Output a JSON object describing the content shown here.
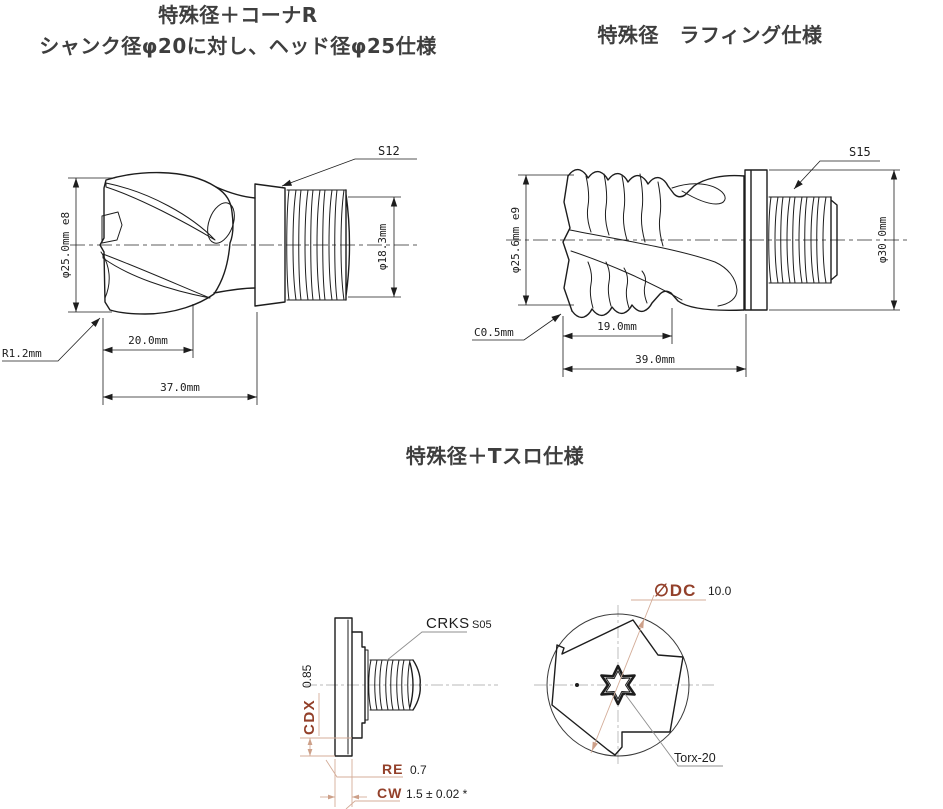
{
  "colors": {
    "ink": "#1d1d1d",
    "title_gray": "#3e3e3e",
    "accent_brown": "#93402a",
    "leader_tan": "#d4ad99",
    "leader_gray": "#8f8f8f"
  },
  "sections": {
    "corner_r": {
      "title_line1": "特殊径＋コーナR",
      "title_line2": "シャンク径φ20に対し、ヘッド径φ25仕様",
      "dims": {
        "shank_thread": "S12",
        "head_diameter": "φ25.0mm e8",
        "thread_diameter": "φ18.3mm",
        "corner_radius": "R1.2mm",
        "cut_length": "20.0mm",
        "overall_length": "37.0mm"
      }
    },
    "roughing": {
      "title": "特殊径　ラフィング仕様",
      "dims": {
        "shank_thread": "S15",
        "head_diameter": "φ25.6mm e9",
        "shank_diameter": "φ30.0mm",
        "chamfer": "C0.5mm",
        "cut_length": "19.0mm",
        "overall_length": "39.0mm"
      }
    },
    "t_slot": {
      "title": "特殊径＋Tスロ仕様",
      "side_view": {
        "series_label": "CRKS",
        "series_size": "S05",
        "cdx_label": "CDX",
        "cdx_value": "0.85",
        "re_label": "RE",
        "re_value": "0.7",
        "cw_label": "CW",
        "cw_value": "1.5 ± 0.02 *"
      },
      "front_view": {
        "dc_label": "∅DC",
        "dc_value": "10.0",
        "drive_label": "Torx-20"
      }
    }
  }
}
